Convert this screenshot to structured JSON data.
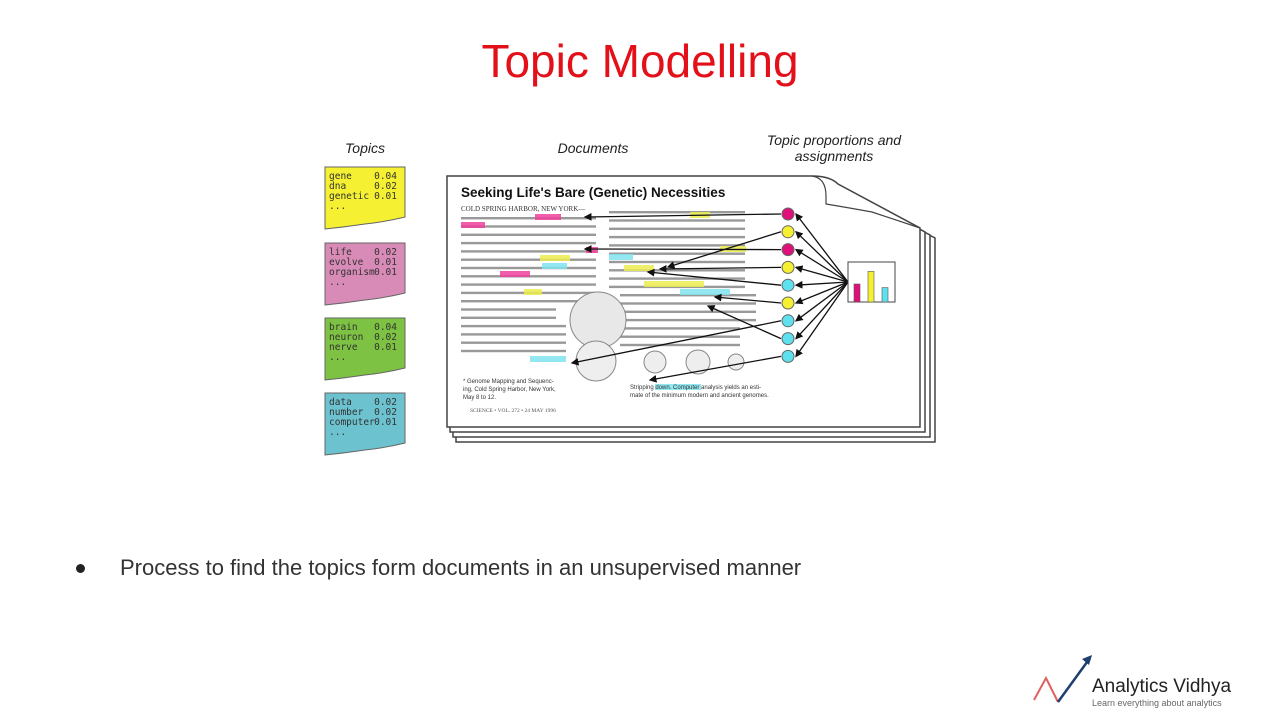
{
  "slide": {
    "title": "Topic Modelling",
    "bullet": "Process to find the topics form documents in an unsupervised manner"
  },
  "figure": {
    "labels": {
      "topics": "Topics",
      "documents": "Documents",
      "proportions_line1": "Topic proportions and",
      "proportions_line2": "assignments"
    },
    "topics": [
      {
        "color": "#f5f032",
        "words": [
          [
            "gene",
            "0.04"
          ],
          [
            "dna",
            "0.02"
          ],
          [
            "genetic",
            "0.01"
          ]
        ],
        "more": "..."
      },
      {
        "color": "#d98bb7",
        "words": [
          [
            "life",
            "0.02"
          ],
          [
            "evolve",
            "0.01"
          ],
          [
            "organism",
            "0.01"
          ]
        ],
        "more": "..."
      },
      {
        "color": "#7dc242",
        "words": [
          [
            "brain",
            "0.04"
          ],
          [
            "neuron",
            "0.02"
          ],
          [
            "nerve",
            "0.01"
          ]
        ],
        "more": "..."
      },
      {
        "color": "#6cc3cf",
        "words": [
          [
            "data",
            "0.02"
          ],
          [
            "number",
            "0.02"
          ],
          [
            "computer",
            "0.01"
          ]
        ],
        "more": "..."
      }
    ],
    "document": {
      "headline": "Seeking Life's Bare (Genetic) Necessities",
      "dateline": "COLD SPRING HARBOR, NEW YORK—",
      "footnote_line1": "* Genome Mapping and Sequenc-",
      "footnote_line2": "ing, Cold Spring Harbor, New York,",
      "footnote_line3": "May 8 to 12.",
      "source": "SCIENCE • VOL. 272 • 24 MAY 1996",
      "caption_line1": "Stripping down. Computer analysis yields an esti-",
      "caption_line2": "mate of the minimum modern and ancient genomes."
    },
    "assignment_colors": [
      "#e0107a",
      "#f5f032",
      "#e0107a",
      "#f5f032",
      "#5fe0ee",
      "#f5f032",
      "#5fe0ee",
      "#5fe0ee",
      "#5fe0ee"
    ],
    "proportions": [
      {
        "color": "#e0107a",
        "value": 0.5
      },
      {
        "color": "#f5f032",
        "value": 0.85
      },
      {
        "color": "#5fe0ee",
        "value": 0.4
      }
    ]
  },
  "logo": {
    "name": "Analytics Vidhya",
    "tagline": "Learn everything about analytics"
  }
}
